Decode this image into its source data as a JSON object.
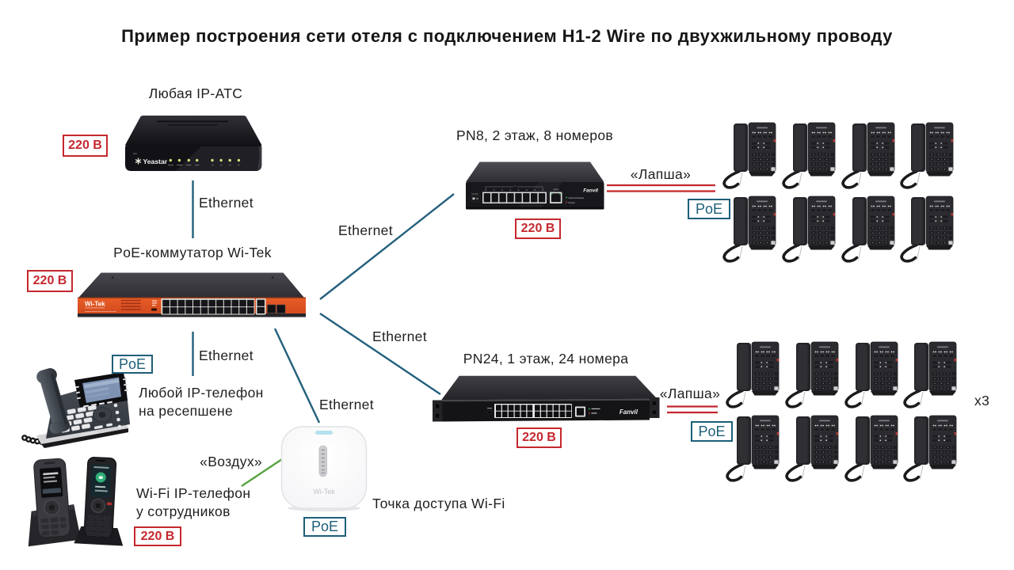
{
  "title": "Пример построения сети отеля с подключением H1-2 Wire по двухжильному проводу",
  "badges": {
    "power": "220 В",
    "poe": "PoE"
  },
  "labels": {
    "pbx": "Любая IP-АТС",
    "core_switch": "PoE-коммутатор Wi-Tek",
    "pn8": "PN8, 2 этаж, 8 номеров",
    "pn24": "PN24, 1 этаж, 24 номера",
    "reception_line1": "Любой IP-телефон",
    "reception_line2": "на ресепшене",
    "wifi_line1": "Wi-Fi IP-телефон",
    "wifi_line2": "у сотрудников",
    "ap": "Точка доступа Wi-Fi",
    "multiplier": "x3"
  },
  "links": [
    {
      "from": "ip-pbx",
      "to": "core-switch",
      "label": "Ethernet",
      "type": "ethernet"
    },
    {
      "from": "core-switch",
      "to": "pn8-switch",
      "label": "Ethernet",
      "type": "ethernet"
    },
    {
      "from": "core-switch",
      "to": "pn24-switch",
      "label": "Ethernet",
      "type": "ethernet"
    },
    {
      "from": "core-switch",
      "to": "reception-phone",
      "label": "Ethernet",
      "type": "ethernet"
    },
    {
      "from": "core-switch",
      "to": "access-point",
      "label": "Ethernet",
      "type": "ethernet"
    },
    {
      "from": "pn8-switch",
      "to": "hotel-phones-floor-2",
      "label": "«Лапша»",
      "type": "two-wire"
    },
    {
      "from": "pn24-switch",
      "to": "hotel-phones-floor-1",
      "label": "«Лапша»",
      "type": "two-wire"
    },
    {
      "from": "access-point",
      "to": "wifi-phones",
      "label": "«Воздух»",
      "type": "air"
    }
  ],
  "brands": {
    "pbx": "Yeastar",
    "core_switch": "Wi-Tek",
    "pn8": "Fanvil",
    "pn24": "Fanvil",
    "ap": "Wi-Tek"
  },
  "device_texts": {
    "pn8_wan": "WAN",
    "pn8_led1": "Network  Reset",
    "pn8_led2": "Power",
    "pn8_onoff": "ON OFF"
  },
  "phone_groups": {
    "floor2": {
      "rows": 2,
      "cols": 4,
      "count": 8
    },
    "floor1": {
      "rows": 2,
      "cols": 4,
      "count": 8
    }
  },
  "colors": {
    "ethernet_line": "#23607c",
    "two_wire_line": "#c2272e",
    "air_line": "#56a33f",
    "power_badge": "#c5282e",
    "poe_badge": "#1d5f78",
    "core_switch_front": "#e3572a",
    "text": "#1c1c1c"
  }
}
